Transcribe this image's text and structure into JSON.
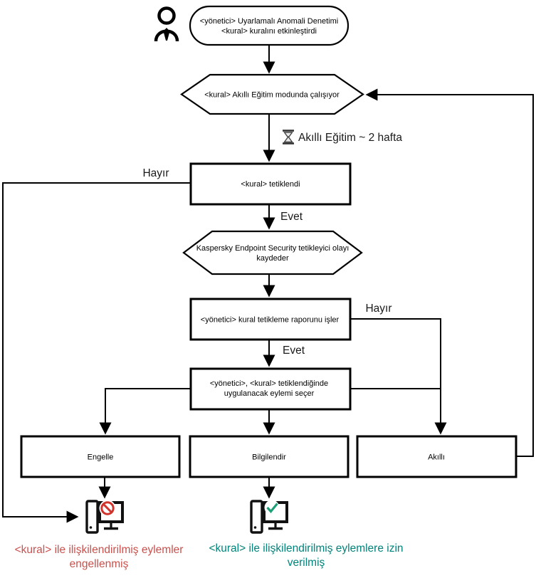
{
  "diagram": {
    "start_node": {
      "line1": "<yönetici> Uyarlamalı Anomali Denetimi",
      "line2": "<kural> kuralını etkinleştirdi"
    },
    "hex_training": {
      "label": "<kural> Akıllı Eğitim modunda çalışıyor"
    },
    "timer": {
      "label": "Akıllı Eğitim ~ 2 hafta"
    },
    "rect_triggered": {
      "label": "<kural> tetiklendi"
    },
    "hex_log": {
      "line1": "Kaspersky Endpoint Security tetikleyici olayı",
      "line2": "kaydeder"
    },
    "rect_report": {
      "label": "<yönetici> kural tetikleme raporunu işler"
    },
    "rect_action": {
      "line1": "<yönetici>, <kural> tetiklendiğinde",
      "line2": "uygulanacak eylemi seçer"
    },
    "actions": {
      "block": "Engelle",
      "inform": "Bilgilendir",
      "smart": "Akıllı"
    },
    "branch_labels": {
      "no_top": "Hayır",
      "yes_1": "Evet",
      "no_right": "Hayır",
      "yes_2": "Evet"
    },
    "outcome_blocked": {
      "line1": "<kural> ile ilişkilendirilmiş eylemler",
      "line2": "engellenmiş"
    },
    "outcome_allowed": {
      "line1": "<kural> ile ilişkilendirilmiş eylemlere izin",
      "line2": "verilmiş"
    }
  },
  "colors": {
    "line": "#000000",
    "blocked_text": "#c9514d",
    "allowed_text": "#00837a",
    "prohibit_red": "#d0342c",
    "check_green": "#1da077"
  }
}
